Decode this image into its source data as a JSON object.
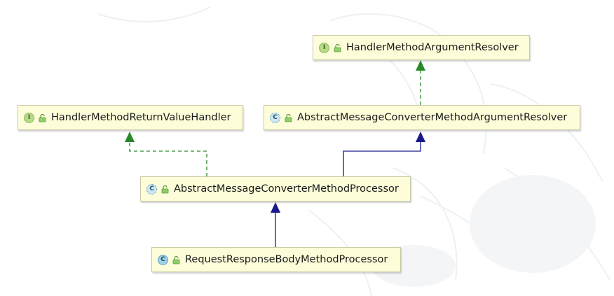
{
  "nodes": {
    "argument_resolver": {
      "kind": "I",
      "name": "HandlerMethodArgumentResolver"
    },
    "return_value_handler": {
      "kind": "I",
      "name": "HandlerMethodReturnValueHandler"
    },
    "abstract_argument_resolver": {
      "kind": "C",
      "name": "AbstractMessageConverterMethodArgumentResolver"
    },
    "abstract_processor": {
      "kind": "C",
      "name": "AbstractMessageConverterMethodProcessor"
    },
    "body_processor": {
      "kind": "C",
      "name": "RequestResponseBodyMethodProcessor"
    }
  },
  "colors": {
    "implements_edge": "#2a8a2a",
    "extends_edge": "#1a1a8c",
    "node_fill": "#fdfdd9"
  },
  "icons": {
    "interface": "interface-icon",
    "class": "class-icon",
    "abstract_class": "abstract-class-icon",
    "visibility": "public-lock-icon"
  }
}
